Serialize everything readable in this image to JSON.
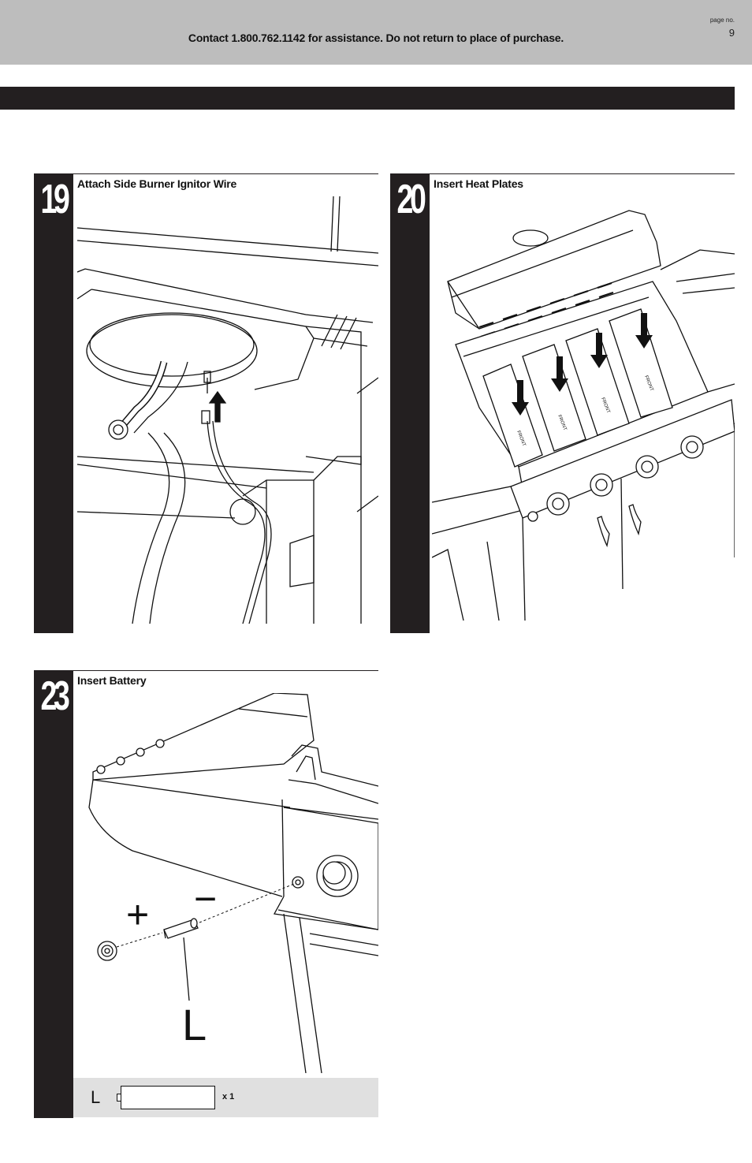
{
  "header": {
    "contact": "Contact 1.800.762.1142 for assistance. Do not return to place of purchase.",
    "page_label": "page no.",
    "page_number": "9"
  },
  "steps": [
    {
      "number": "19",
      "title": "Attach Side Burner Ignitor Wire"
    },
    {
      "number": "20",
      "title": "Insert Heat Plates",
      "plate_label": "FRONT"
    },
    {
      "number": "23",
      "title": "Insert Battery",
      "plus_sign": "+",
      "minus_sign": "−",
      "part_letter": "L",
      "parts": {
        "letter": "L",
        "quantity": "x 1"
      }
    }
  ]
}
